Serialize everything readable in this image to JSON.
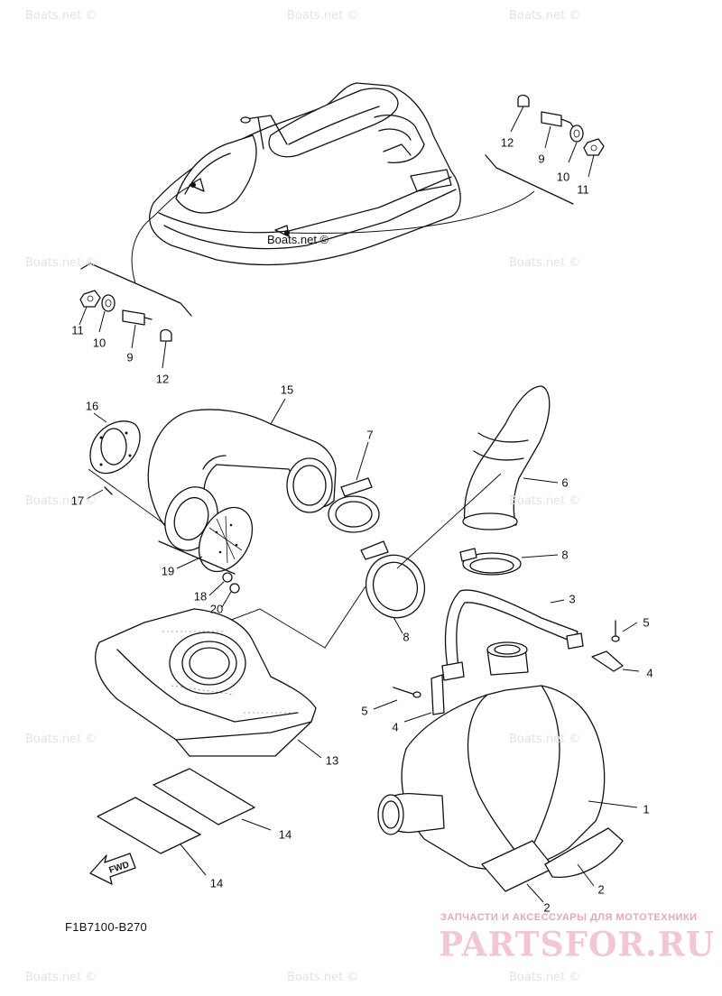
{
  "diagram": {
    "code": "F1B7100-B270",
    "boats_label": "Boats.net ©",
    "watermark_text": "Boats.net ©",
    "fwd_label": "FWD",
    "shop_tagline": "ЗАПЧАСТИ И АКСЕССУАРЫ ДЛЯ МОТОТЕХНИКИ",
    "shop_logo": "PARTSFOR.RU"
  },
  "callouts": [
    {
      "id": "c12a",
      "text": "12"
    },
    {
      "id": "c9a",
      "text": "9"
    },
    {
      "id": "c10a",
      "text": "10"
    },
    {
      "id": "c11a",
      "text": "11"
    },
    {
      "id": "c11b",
      "text": "11"
    },
    {
      "id": "c10b",
      "text": "10"
    },
    {
      "id": "c9b",
      "text": "9"
    },
    {
      "id": "c12b",
      "text": "12"
    },
    {
      "id": "c15",
      "text": "15"
    },
    {
      "id": "c16",
      "text": "16"
    },
    {
      "id": "c7",
      "text": "7"
    },
    {
      "id": "c6",
      "text": "6"
    },
    {
      "id": "c17",
      "text": "17"
    },
    {
      "id": "c19",
      "text": "19"
    },
    {
      "id": "c18",
      "text": "18"
    },
    {
      "id": "c20",
      "text": "20"
    },
    {
      "id": "c8a",
      "text": "8"
    },
    {
      "id": "c3",
      "text": "3"
    },
    {
      "id": "c5a",
      "text": "5"
    },
    {
      "id": "c4a",
      "text": "4"
    },
    {
      "id": "c8b",
      "text": "8"
    },
    {
      "id": "c5b",
      "text": "5"
    },
    {
      "id": "c4b",
      "text": "4"
    },
    {
      "id": "c13",
      "text": "13"
    },
    {
      "id": "c1",
      "text": "1"
    },
    {
      "id": "c14a",
      "text": "14"
    },
    {
      "id": "c14b",
      "text": "14"
    },
    {
      "id": "c2a",
      "text": "2"
    },
    {
      "id": "c2b",
      "text": "2"
    }
  ]
}
